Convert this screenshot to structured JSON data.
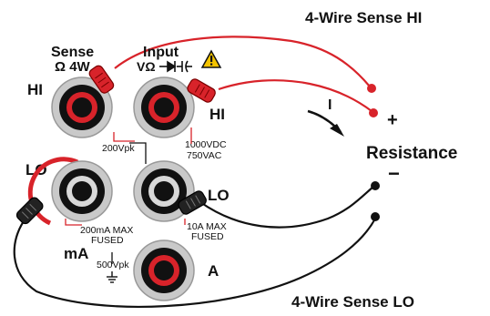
{
  "labels": {
    "wire_hi": "4-Wire Sense HI",
    "wire_lo": "4-Wire Sense LO",
    "resistance": "Resistance",
    "plus": "+",
    "minus": "−",
    "current": "I",
    "sense": "Sense",
    "sense_sub": "Ω 4W",
    "input": "Input",
    "input_sub": "VΩ",
    "hi_left": "HI",
    "hi_right": "HI",
    "lo_left": "LO",
    "lo_right": "LO",
    "ma": "mA",
    "amp": "A",
    "v200": "200Vpk",
    "v1000": "1000VDC",
    "v750": "750VAC",
    "ma_fuse_1": "200mA MAX",
    "ma_fuse_2": "FUSED",
    "a_fuse_1": "10A MAX",
    "a_fuse_2": "FUSED",
    "v500": "500Vpk"
  },
  "icons": [
    "warning-icon",
    "diode-icon",
    "capacitor-icon",
    "ground-icon",
    "hand-grip-icon"
  ],
  "colors": {
    "red_wire": "#d8232a",
    "black_wire": "#111111",
    "terminal_ring": "#cccccc"
  }
}
